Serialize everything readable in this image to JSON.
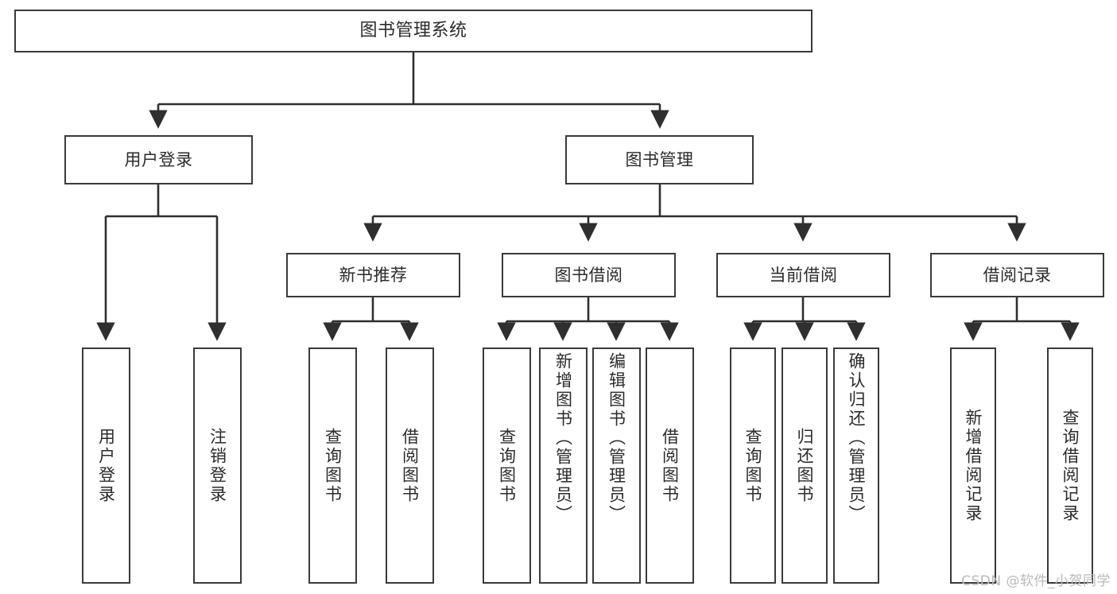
{
  "diagram": {
    "type": "tree",
    "title": "图书管理系统",
    "watermark": "CSDN @软件_小贺同学",
    "colors": {
      "box_border": "#3a3a3a",
      "box_fill": "#ffffff",
      "edge": "#2f2f2f",
      "text": "#2b2b2b",
      "watermark": "#b9b9b9",
      "background": "#ffffff"
    },
    "nodes": {
      "root": {
        "label": "图书管理系统"
      },
      "level2": [
        {
          "id": "user-login",
          "label": "用户登录"
        },
        {
          "id": "book-management",
          "label": "图书管理"
        }
      ],
      "level3": [
        {
          "id": "new-book-recommend",
          "label": "新书推荐"
        },
        {
          "id": "book-borrow",
          "label": "图书借阅"
        },
        {
          "id": "current-borrow",
          "label": "当前借阅"
        },
        {
          "id": "borrow-record",
          "label": "借阅记录"
        }
      ],
      "leaves": {
        "user-login": [
          {
            "id": "leaf-user-login",
            "label": "用户登录"
          },
          {
            "id": "leaf-user-logout",
            "label": "注销登录"
          }
        ],
        "new-book-recommend": [
          {
            "id": "leaf-query-book-1",
            "label": "查询图书"
          },
          {
            "id": "leaf-borrow-book-1",
            "label": "借阅图书"
          }
        ],
        "book-borrow": [
          {
            "id": "leaf-query-book-2",
            "label": "查询图书"
          },
          {
            "id": "leaf-add-book-admin",
            "label": "新增图书（管理员）"
          },
          {
            "id": "leaf-edit-book-admin",
            "label": "编辑图书（管理员）"
          },
          {
            "id": "leaf-borrow-book-2",
            "label": "借阅图书"
          }
        ],
        "current-borrow": [
          {
            "id": "leaf-query-book-3",
            "label": "查询图书"
          },
          {
            "id": "leaf-return-book",
            "label": "归还图书"
          },
          {
            "id": "leaf-confirm-return-admin",
            "label": "确认归还（管理员）"
          }
        ],
        "borrow-record": [
          {
            "id": "leaf-add-borrow-record",
            "label": "新增借阅记录"
          },
          {
            "id": "leaf-query-borrow-record",
            "label": "查询借阅记录"
          }
        ]
      }
    }
  }
}
